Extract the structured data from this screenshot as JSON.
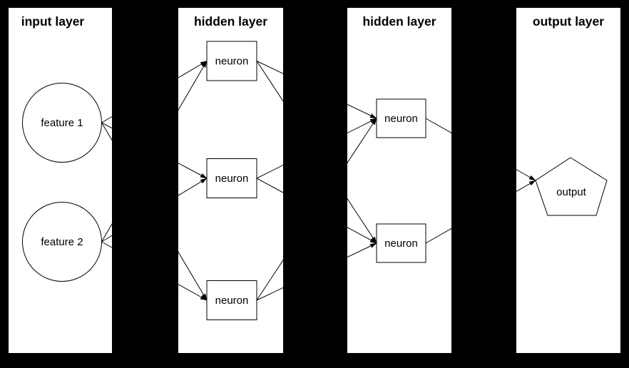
{
  "diagram": {
    "type": "neural-network",
    "colors": {
      "background": "#000000",
      "panel": "#ffffff",
      "stroke": "#000000",
      "text": "#000000"
    },
    "layers": [
      {
        "id": "input",
        "title": "input layer",
        "nodes": [
          {
            "id": "f1",
            "label": "feature 1",
            "shape": "circle"
          },
          {
            "id": "f2",
            "label": "feature 2",
            "shape": "circle"
          }
        ]
      },
      {
        "id": "hidden1",
        "title": "hidden layer",
        "nodes": [
          {
            "id": "h1n1",
            "label": "neuron",
            "shape": "rect"
          },
          {
            "id": "h1n2",
            "label": "neuron",
            "shape": "rect"
          },
          {
            "id": "h1n3",
            "label": "neuron",
            "shape": "rect"
          }
        ]
      },
      {
        "id": "hidden2",
        "title": "hidden layer",
        "nodes": [
          {
            "id": "h2n1",
            "label": "neuron",
            "shape": "rect"
          },
          {
            "id": "h2n2",
            "label": "neuron",
            "shape": "rect"
          }
        ]
      },
      {
        "id": "output",
        "title": "output layer",
        "nodes": [
          {
            "id": "out",
            "label": "output",
            "shape": "pentagon"
          }
        ]
      }
    ],
    "edges": [
      {
        "from": "f1",
        "to": "h1n1"
      },
      {
        "from": "f1",
        "to": "h1n2"
      },
      {
        "from": "f1",
        "to": "h1n3"
      },
      {
        "from": "f2",
        "to": "h1n1"
      },
      {
        "from": "f2",
        "to": "h1n2"
      },
      {
        "from": "f2",
        "to": "h1n3"
      },
      {
        "from": "h1n1",
        "to": "h2n1"
      },
      {
        "from": "h1n1",
        "to": "h2n2"
      },
      {
        "from": "h1n2",
        "to": "h2n1"
      },
      {
        "from": "h1n2",
        "to": "h2n2"
      },
      {
        "from": "h1n3",
        "to": "h2n1"
      },
      {
        "from": "h1n3",
        "to": "h2n2"
      },
      {
        "from": "h2n1",
        "to": "out"
      },
      {
        "from": "h2n2",
        "to": "out"
      }
    ]
  }
}
